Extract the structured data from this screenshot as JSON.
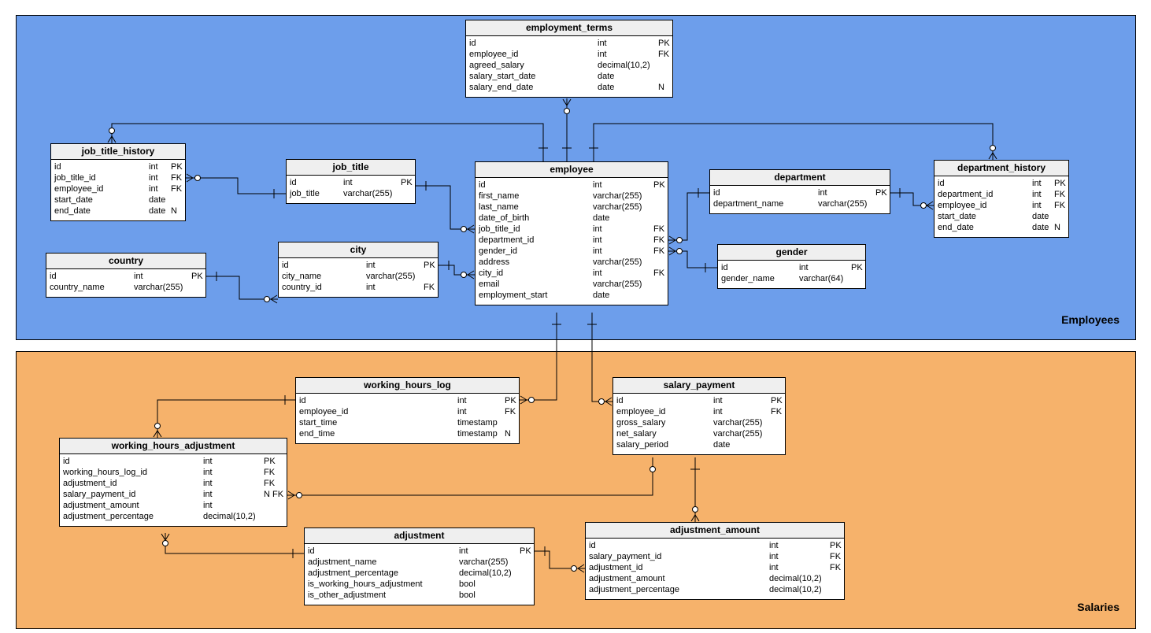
{
  "areas": {
    "employees": "Employees",
    "salaries": "Salaries"
  },
  "colors": {
    "employees_area": "#6d9eeb",
    "salaries_area": "#f6b26b",
    "table_header": "#efefef"
  },
  "tables": [
    {
      "name": "employment_terms",
      "columns": [
        {
          "name": "id",
          "type": "int",
          "flags": "PK"
        },
        {
          "name": "employee_id",
          "type": "int",
          "flags": "FK"
        },
        {
          "name": "agreed_salary",
          "type": "decimal(10,2)",
          "flags": ""
        },
        {
          "name": "salary_start_date",
          "type": "date",
          "flags": ""
        },
        {
          "name": "salary_end_date",
          "type": "date",
          "flags": "N"
        }
      ]
    },
    {
      "name": "job_title_history",
      "columns": [
        {
          "name": "id",
          "type": "int",
          "flags": "PK"
        },
        {
          "name": "job_title_id",
          "type": "int",
          "flags": "FK"
        },
        {
          "name": "employee_id",
          "type": "int",
          "flags": "FK"
        },
        {
          "name": "start_date",
          "type": "date",
          "flags": ""
        },
        {
          "name": "end_date",
          "type": "date",
          "flags": "N"
        }
      ]
    },
    {
      "name": "job_title",
      "columns": [
        {
          "name": "id",
          "type": "int",
          "flags": "PK"
        },
        {
          "name": "job_title",
          "type": "varchar(255)",
          "flags": ""
        }
      ]
    },
    {
      "name": "employee",
      "columns": [
        {
          "name": "id",
          "type": "int",
          "flags": "PK"
        },
        {
          "name": "first_name",
          "type": "varchar(255)",
          "flags": ""
        },
        {
          "name": "last_name",
          "type": "varchar(255)",
          "flags": ""
        },
        {
          "name": "date_of_birth",
          "type": "date",
          "flags": ""
        },
        {
          "name": "job_title_id",
          "type": "int",
          "flags": "FK"
        },
        {
          "name": "department_id",
          "type": "int",
          "flags": "FK"
        },
        {
          "name": "gender_id",
          "type": "int",
          "flags": "FK"
        },
        {
          "name": "address",
          "type": "varchar(255)",
          "flags": ""
        },
        {
          "name": "city_id",
          "type": "int",
          "flags": "FK"
        },
        {
          "name": "email",
          "type": "varchar(255)",
          "flags": ""
        },
        {
          "name": "employment_start",
          "type": "date",
          "flags": ""
        }
      ]
    },
    {
      "name": "department",
      "columns": [
        {
          "name": "id",
          "type": "int",
          "flags": "PK"
        },
        {
          "name": "department_name",
          "type": "varchar(255)",
          "flags": ""
        }
      ]
    },
    {
      "name": "department_history",
      "columns": [
        {
          "name": "id",
          "type": "int",
          "flags": "PK"
        },
        {
          "name": "department_id",
          "type": "int",
          "flags": "FK"
        },
        {
          "name": "employee_id",
          "type": "int",
          "flags": "FK"
        },
        {
          "name": "start_date",
          "type": "date",
          "flags": ""
        },
        {
          "name": "end_date",
          "type": "date",
          "flags": "N"
        }
      ]
    },
    {
      "name": "country",
      "columns": [
        {
          "name": "id",
          "type": "int",
          "flags": "PK"
        },
        {
          "name": "country_name",
          "type": "varchar(255)",
          "flags": ""
        }
      ]
    },
    {
      "name": "city",
      "columns": [
        {
          "name": "id",
          "type": "int",
          "flags": "PK"
        },
        {
          "name": "city_name",
          "type": "varchar(255)",
          "flags": ""
        },
        {
          "name": "country_id",
          "type": "int",
          "flags": "FK"
        }
      ]
    },
    {
      "name": "gender",
      "columns": [
        {
          "name": "id",
          "type": "int",
          "flags": "PK"
        },
        {
          "name": "gender_name",
          "type": "varchar(64)",
          "flags": ""
        }
      ]
    },
    {
      "name": "working_hours_log",
      "columns": [
        {
          "name": "id",
          "type": "int",
          "flags": "PK"
        },
        {
          "name": "employee_id",
          "type": "int",
          "flags": "FK"
        },
        {
          "name": "start_time",
          "type": "timestamp",
          "flags": ""
        },
        {
          "name": "end_time",
          "type": "timestamp",
          "flags": "N"
        }
      ]
    },
    {
      "name": "salary_payment",
      "columns": [
        {
          "name": "id",
          "type": "int",
          "flags": "PK"
        },
        {
          "name": "employee_id",
          "type": "int",
          "flags": "FK"
        },
        {
          "name": "gross_salary",
          "type": "varchar(255)",
          "flags": ""
        },
        {
          "name": "net_salary",
          "type": "varchar(255)",
          "flags": ""
        },
        {
          "name": "salary_period",
          "type": "date",
          "flags": ""
        }
      ]
    },
    {
      "name": "working_hours_adjustment",
      "columns": [
        {
          "name": "id",
          "type": "int",
          "flags": "PK"
        },
        {
          "name": "working_hours_log_id",
          "type": "int",
          "flags": "FK"
        },
        {
          "name": "adjustment_id",
          "type": "int",
          "flags": "FK"
        },
        {
          "name": "salary_payment_id",
          "type": "int",
          "flags": "N FK"
        },
        {
          "name": "adjustment_amount",
          "type": "int",
          "flags": ""
        },
        {
          "name": "adjustment_percentage",
          "type": "decimal(10,2)",
          "flags": ""
        }
      ]
    },
    {
      "name": "adjustment",
      "columns": [
        {
          "name": "id",
          "type": "int",
          "flags": "PK"
        },
        {
          "name": "adjustment_name",
          "type": "varchar(255)",
          "flags": ""
        },
        {
          "name": "adjustment_percentage",
          "type": "decimal(10,2)",
          "flags": ""
        },
        {
          "name": "is_working_hours_adjustment",
          "type": "bool",
          "flags": ""
        },
        {
          "name": "is_other_adjustment",
          "type": "bool",
          "flags": ""
        }
      ]
    },
    {
      "name": "adjustment_amount",
      "columns": [
        {
          "name": "id",
          "type": "int",
          "flags": "PK"
        },
        {
          "name": "salary_payment_id",
          "type": "int",
          "flags": "FK"
        },
        {
          "name": "adjustment_id",
          "type": "int",
          "flags": "FK"
        },
        {
          "name": "adjustment_amount",
          "type": "decimal(10,2)",
          "flags": ""
        },
        {
          "name": "adjustment_percentage",
          "type": "decimal(10,2)",
          "flags": ""
        }
      ]
    }
  ]
}
